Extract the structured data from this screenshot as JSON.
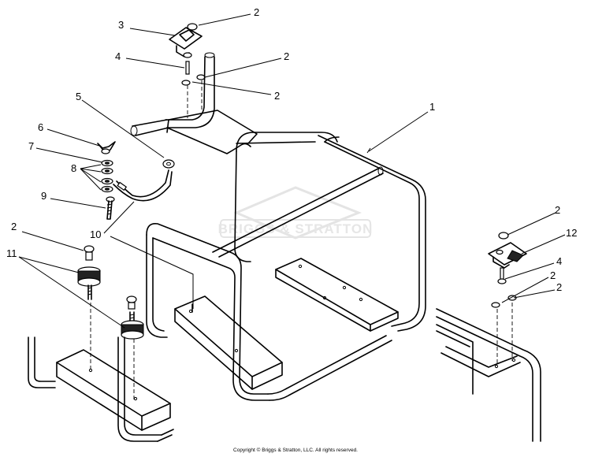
{
  "watermark": "BRIGGS & STRATTON",
  "copyright": "Copyright © Briggs & Stratton, LLC. All rights reserved.",
  "callouts": {
    "c1": "1",
    "c2a": "2",
    "c2b": "2",
    "c2c": "2",
    "c2d": "2",
    "c2e": "2",
    "c2f": "2",
    "c2g": "2",
    "c3": "3",
    "c4a": "4",
    "c4b": "4",
    "c5": "5",
    "c6": "6",
    "c7": "7",
    "c8": "8",
    "c9": "9",
    "c10": "10",
    "c11": "11",
    "c12": "12"
  }
}
